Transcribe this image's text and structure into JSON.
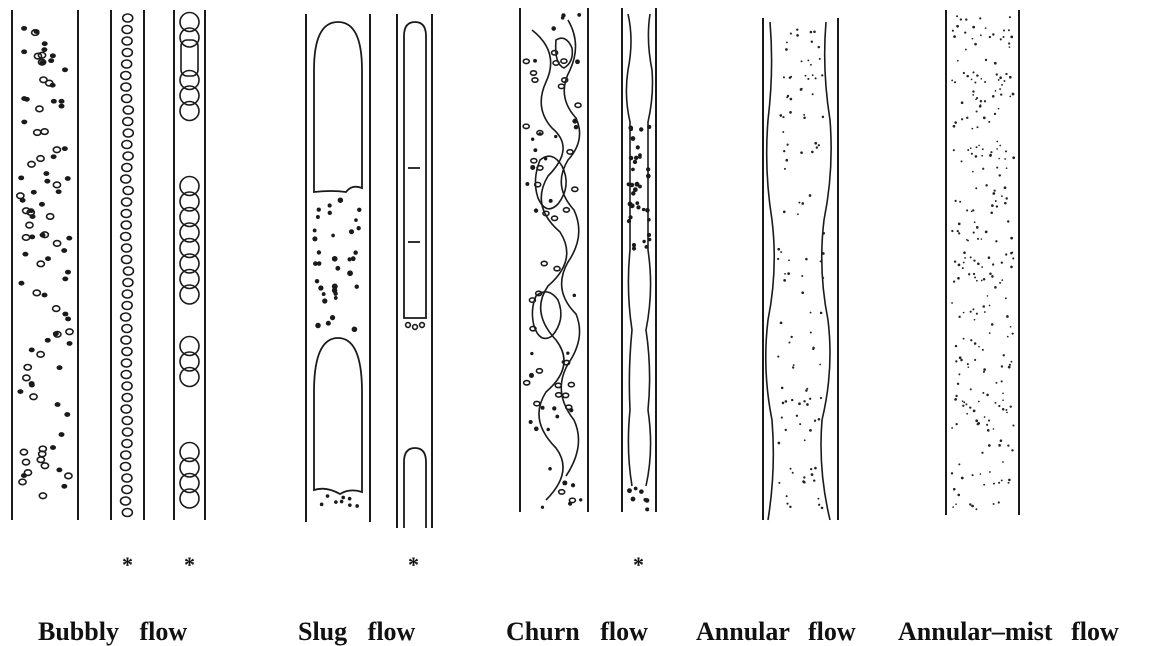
{
  "regimes": [
    {
      "id": "bubbly",
      "label": "Bubbly flow",
      "words": [
        "Bubbly",
        "flow"
      ]
    },
    {
      "id": "slug",
      "label": "Slug flow",
      "words": [
        "Slug",
        "flow"
      ]
    },
    {
      "id": "churn",
      "label": "Churn flow",
      "words": [
        "Churn",
        "flow"
      ]
    },
    {
      "id": "annular",
      "label": "Annular flow",
      "words": [
        "Annular",
        "flow"
      ]
    },
    {
      "id": "annular-mist",
      "label": "Annular–mist flow",
      "words": [
        "Annular–mist",
        "flow"
      ]
    }
  ],
  "asterisk": "*",
  "colors": {
    "ink": "#1a1a1a",
    "background": "#ffffff"
  }
}
